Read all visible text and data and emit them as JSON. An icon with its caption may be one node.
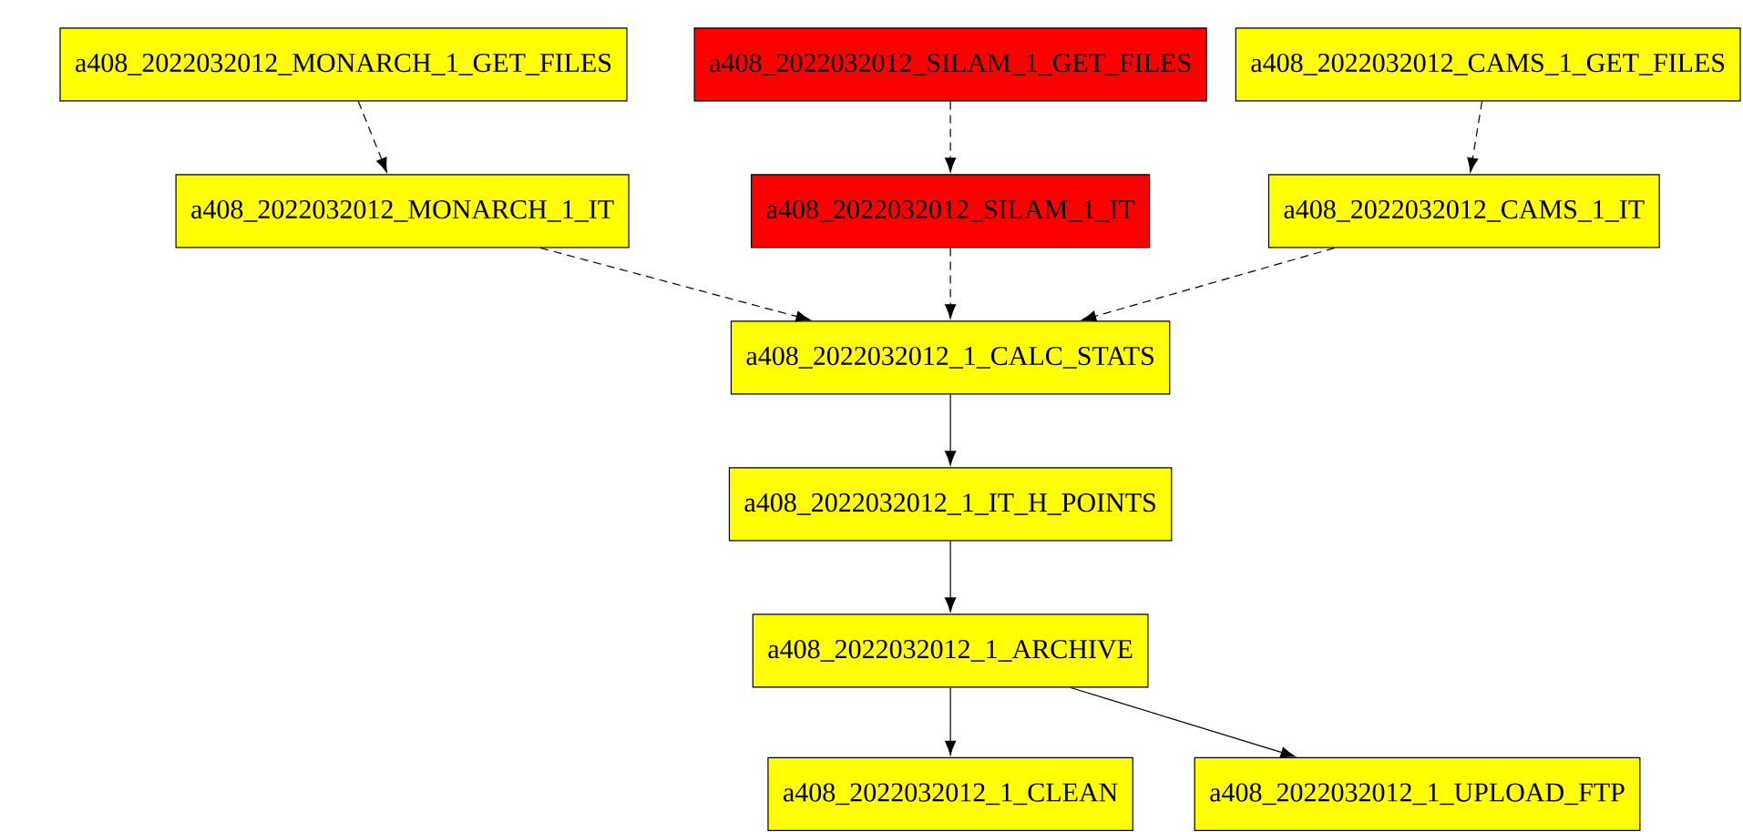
{
  "diagram": {
    "nodes": [
      {
        "text": [
          "a408_2022032012_MONARCH_1_GET_FILES"
        ]
      },
      {
        "text": [
          "a408_2022032012_SILAM_1_GET_FILES"
        ]
      },
      {
        "text": [
          "a408_2022032012_CAMS_1_GET_FILES"
        ]
      },
      {
        "text": [
          "a408_2022032012_MONARCH_1_IT"
        ]
      },
      {
        "text": [
          "a408_2022032012_SILAM_1_IT"
        ]
      },
      {
        "text": [
          "a408_2022032012_CAMS_1_IT"
        ]
      },
      {
        "text": [
          "a408_2022032012_1_CALC_STATS"
        ]
      },
      {
        "text": [
          "a408_2022032012_1_IT_H_POINTS"
        ]
      },
      {
        "text": [
          "a408_2022032012_1_ARCHIVE"
        ]
      },
      {
        "text": [
          "a408_2022032012_1_CLEAN"
        ]
      },
      {
        "text": [
          "a408_2022032012_1_UPLOAD_FTP"
        ]
      }
    ],
    "edges": [
      {
        "from": 0,
        "to": 3,
        "arrow": "to",
        "style": "dashed"
      },
      {
        "from": 1,
        "to": 4,
        "arrow": "to",
        "style": "dashed"
      },
      {
        "from": 2,
        "to": 5,
        "arrow": "to",
        "style": "dashed"
      },
      {
        "from": 3,
        "to": 6,
        "arrow": "to",
        "style": "dashed"
      },
      {
        "from": 4,
        "to": 6,
        "arrow": "to",
        "style": "dashed"
      },
      {
        "from": 5,
        "to": 6,
        "arrow": "to",
        "style": "dashed"
      },
      {
        "from": 6,
        "to": 7,
        "arrow": "to"
      },
      {
        "from": 7,
        "to": 8,
        "arrow": "to"
      },
      {
        "from": 8,
        "to": 9,
        "arrow": "to"
      },
      {
        "from": 8,
        "to": 10,
        "arrow": "to"
      }
    ]
  }
}
